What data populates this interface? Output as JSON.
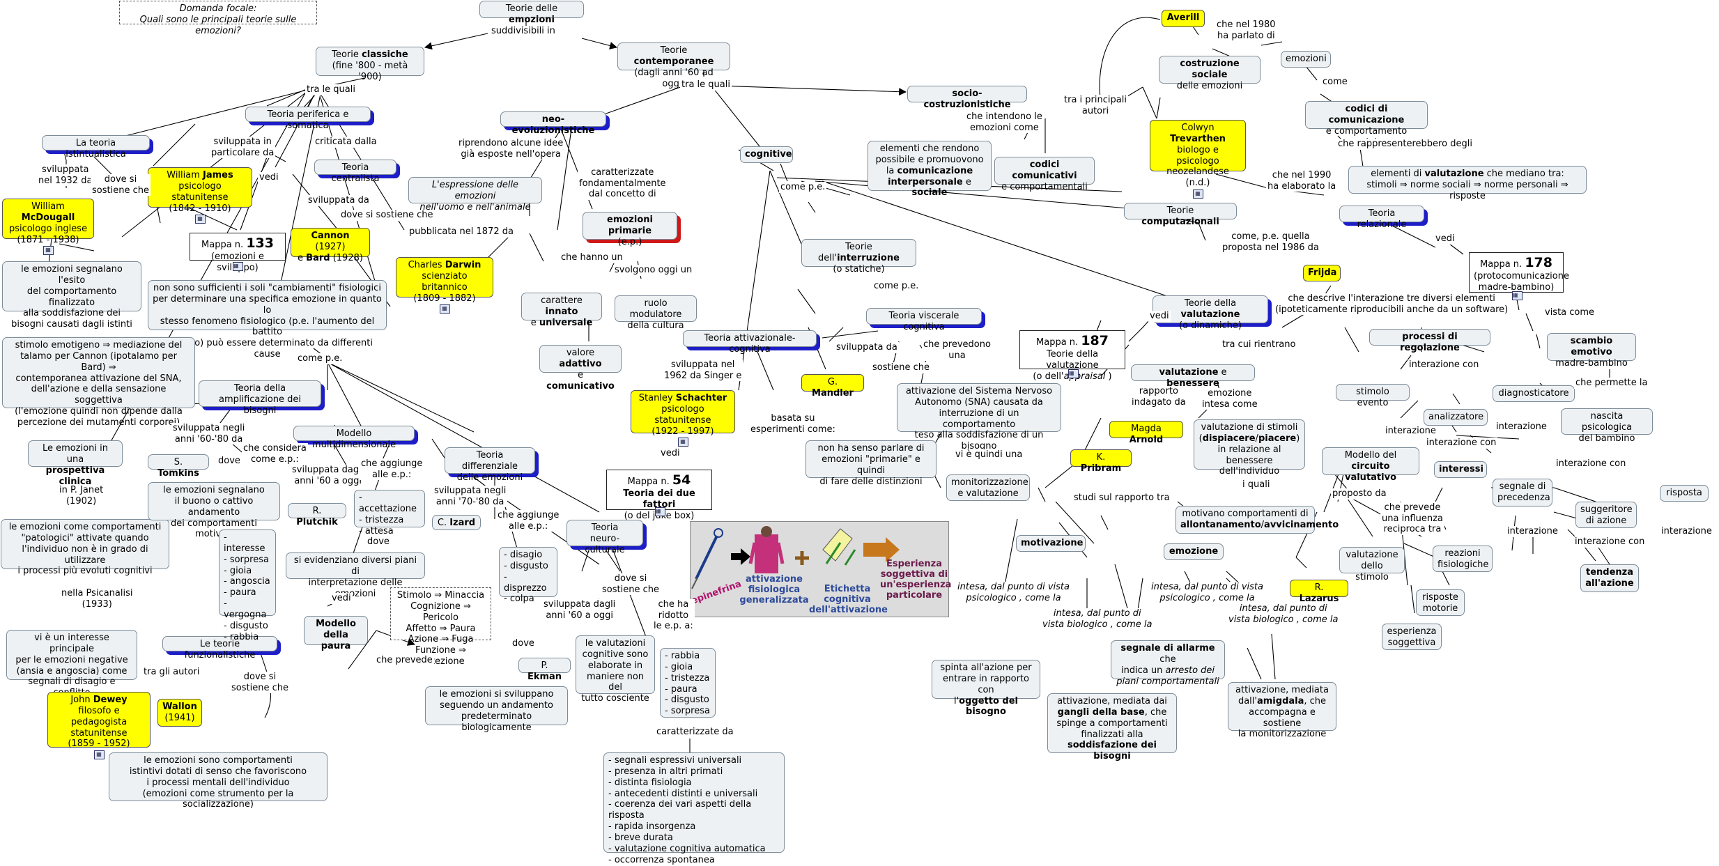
{
  "nodes": {
    "domanda": "Domanda focale:\nQuali sono le principali teorie sulle emozioni?",
    "root_pre": "Teorie delle ",
    "root_b": "emozioni",
    "classiche_pre": "Teorie ",
    "classiche_b": "classiche",
    "classiche_post": "\n(fine '800 - metà '900)",
    "contemporanee_pre": "Teorie ",
    "contemporanee_b": "contemporanee",
    "contemporanee_post": "\n(dagli anni '60 ad oggi)",
    "istintualistica": "La teoria istintualistica",
    "mcdougall_pre": "William ",
    "mcdougall_b": "McDougall",
    "mcdougall_post": "\npsicologo inglese\n(1871 - 1938)",
    "periferica": "Teoria periferica e somatica",
    "james_pre": "William ",
    "james_b": "James",
    "james_post": "\npsicologo statunitense\n(1842 - 1910)",
    "centralista": "Teoria centralista",
    "cannon_b1": "Cannon",
    "cannon_mid": " (1927)\ne ",
    "cannon_b2": "Bard",
    "cannon_post": " (1928)",
    "mappa133_pre": "Mappa n. ",
    "mappa133_b": "133",
    "mappa133_post": "\n(emozioni e sviluppo)",
    "esito": "le emozioni segnalano l'esito\ndel comportamento finalizzato\nalla soddisfazione dei\nbisogni causati dagli istinti",
    "nonsufficienti": "non sono sufficienti i soli \"cambiamenti\" fisiologici\nper determinare una specifica emozione in quanto lo\nstesso fenomeno fisiologico (p.e. l'aumento del battito\ncardiaco) può essere determinato da differenti cause",
    "stimolo": "stimolo emotigeno ⇒ mediazione del\ntalamo per Cannon (ipotalamo per Bard) ⇒\ncontemporanea attivazione del SNA,\ndell'azione e della sensazione soggettiva\n(l'emozione quindi non dipende dalla\npercezione dei mutamenti corporei)",
    "prospettiva_pre": "Le emozioni in una\n",
    "prospettiva_b": "prospettiva clinica",
    "patologici": "le emozioni come comportamenti\n\"patologici\" attivate quando\nl'individuo non è in grado di utilizzare\ni processi più evoluti cognitivi",
    "interesse": "vi è un interesse principale\nper le emozioni negative\n(ansia e angoscia) come\nsegnali di disagio e conflitto",
    "funzionalistiche": "Le teorie funzionalistiche",
    "dewey_pre": "John ",
    "dewey_b": "Dewey",
    "dewey_post": "\nfilosofo e pedagogista\nstatunitense\n(1859 - 1952)",
    "wallon_b": "Wallon",
    "wallon_post": "\n(1941)",
    "istintivi": "le emozioni sono comportamenti\nistintivi dotati di senso che favoriscono\ni processi mentali dell'individuo\n(emozioni come strumento per la socializzazione)",
    "amplificazione": "Teoria della\namplificazione dei bisogni",
    "tomkins_pre": "S. ",
    "tomkins_b": "Tomkins",
    "segnalano": "le emozioni segnalano\nil buono o cattivo andamento\ndei comportamenti motivati",
    "lista_tomkins": "- interesse\n- sorpresa\n- gioia\n- angoscia\n- paura\n- vergogna\n- disgusto\n- rabbia",
    "multidimensionale": "Modello multidimensionale",
    "plutchik_pre": "R. ",
    "plutchik_b": "Plutchik",
    "lista_plutchik": "- accettazione\n- tristezza\n- attesa",
    "piani": "si evidenziano diversi piani di\ninterpretazione delle emozioni",
    "paura_b": "Modello\ndella paura",
    "stimolo_lista": "Stimolo ⇒ Minaccia\nCognizione ⇒ Pericolo\nAffetto ⇒ Paura\nAzione ⇒ Fuga\nFunzione ⇒ Protezione",
    "differenziale": "Teoria differenziale\ndelle emozioni",
    "izard_pre": "C. ",
    "izard_b": "Izard",
    "lista_izard": "- disagio\n- disgusto\n- disprezzo\n- colpa",
    "sviluppano": "le emozioni si sviluppano\nseguendo un andamento\npredeterminato biologicamente",
    "neuroculturale": "Teoria\nneuro-culturale",
    "ekman_pre": "P. ",
    "ekman_b": "Ekman",
    "valutazioni": "le valutazioni\ncognitive sono\nelaborate in\nmaniere non del\ntutto cosciente",
    "lista_ekman": "- rabbia\n- gioia\n- tristezza\n- paura\n- disgusto\n- sorpresa",
    "segnali_lista": "- segnali espressivi universali\n- presenza in altri primati\n- distinta fisiologia\n- antecedenti distinti e universali\n- coerenza dei vari aspetti della risposta\n- rapida insorgenza\n- breve durata\n- valutazione cognitiva automatica\n- occorrenza spontanea",
    "neoevol": "neo-evoluzionistiche",
    "espressione": "L'espressione delle emozioni\nnell'uomo e nell'animale",
    "darwin_pre": "Charles ",
    "darwin_b": "Darwin",
    "darwin_post": "\nscienziato britannico\n(1809 - 1882)",
    "primarie_b": "emozioni primarie",
    "primarie_post": "\n(e.p.)",
    "innato_pre": "carattere ",
    "innato_b": "innato",
    "innato_mid": "\ne ",
    "innato_b2": "universale",
    "ruolo": "ruolo modulatore\ndella cultura",
    "adattivo_pre": "valore ",
    "adattivo_b": "adattivo",
    "adattivo_mid": "\ne ",
    "adattivo_b2": "comunicativo",
    "cognitive": "cognitive",
    "attivazionale": "Teoria attivazionale-cognitiva",
    "schachter_pre": "Stanley ",
    "schachter_b": "Schachter",
    "schachter_post": "\npsicologo statunitense\n(1922 - 1997)",
    "mappa54_pre": "Mappa n. ",
    "mappa54_b": "54",
    "mappa54_mid": "\n",
    "mappa54_b2": "Teoria dei due fattori",
    "mappa54_post": "\n(o del juke box)",
    "interruzione_pre": "Teorie dell'",
    "interruzione_b": "interruzione",
    "interruzione_post": "\n(o statiche)",
    "viscerale": "Teoria viscerale cognitiva",
    "mandler_pre": "G. ",
    "mandler_b": "Mandler",
    "sna": "attivazione del Sistema Nervoso\nAutonomo (SNA) causata da\ninterruzione di un comportamento\nteso alla soddisfazione di un bisogno",
    "nonsenso": "non ha senso parlare di\nemozioni \"primarie\" e quindi\ndi fare delle distinzioni",
    "monitorizzazione": "monitorizzazione\ne valutazione",
    "mappa187_pre": "Mappa n. ",
    "mappa187_b": "187",
    "mappa187_post": "\nTeorie della valutazione\n(o dell'",
    "mappa187_it": "appraisal",
    "mappa187_end": " )",
    "valutazione_pre": "Teorie della ",
    "valutazione_b": "valutazione",
    "valutazione_post": "\n(o dinamiche)",
    "benessere_b": "valutazione",
    "benessere_mid": " e ",
    "benessere_b2": "benessere",
    "arnold_pre": "Magda ",
    "arnold_b": "Arnold",
    "dispiacere_pre": "valutazione di stimoli\n(",
    "dispiacere_b1": "dispiacere",
    "dispiacere_mid": "/",
    "dispiacere_b2": "piacere",
    "dispiacere_post": ")\nin relazione al\nbenessere dell'individuo",
    "motivano_pre": "motivano comportamenti di\n",
    "motivano_b": "allontanamento",
    "motivano_mid": "/",
    "motivano_b2": "avvicinamento",
    "pribram_pre": "K. ",
    "pribram_b": "Pribram",
    "motivazione": "motivazione",
    "emozione": "emozione",
    "spinta_pre": "spinta all'azione per\nentrare in rapporto con\nl'",
    "spinta_b": "oggetto del bisogno",
    "gangli_pre": "attivazione, mediata dai\n",
    "gangli_b": "gangli della base",
    "gangli_mid": ", che\nspinge a comportamenti\nfinalizzati alla\n",
    "gangli_b2": "soddisfazione dei bisogni",
    "allarme_b": "segnale di allarme",
    "allarme_mid": " che\nindica un ",
    "allarme_it": "arresto dei\npiani comportamentali",
    "amigdala_pre": "attivazione, mediata\ndall'",
    "amigdala_b": "amigdala",
    "amigdala_post": ", che\naccompagna e sostiene\nla monitorizzazione",
    "computazionali_pre": "Teorie ",
    "computazionali_b": "computazionali",
    "frijda_b": "Frijda",
    "socio": "socio-costruzionistiche",
    "promuovono_pre": "elementi che rendono\npossibile e promuovono\nla ",
    "promuovono_b": "comunicazione\ninterpersonale",
    "promuovono_mid": " e ",
    "promuovono_b2": "sociale",
    "codici_b": "codici comunicativi",
    "codici_post": "\ne comportamentali",
    "averill_b": "Averill",
    "costruzione_b": "costruzione sociale",
    "costruzione_post": "\ndelle emozioni",
    "emozioni_box": "emozioni",
    "codici2_b": "codici di comunicazione",
    "codici2_post": "\ne comportamento sociale",
    "trevarthen_pre": "Colwyn ",
    "trevarthen_b": "Trevarthen",
    "trevarthen_post": "\nbiologo e psicologo\nneozelandese\n(n.d.)",
    "elementi_pre": "elementi di ",
    "elementi_b": "valutazione",
    "elementi_post": " che mediano tra:\nstimoli ⇒ norme sociali ⇒ norme personali ⇒ risposte",
    "relazionale": "Teoria relazionale",
    "mappa178_pre": "Mappa n. ",
    "mappa178_b": "178",
    "mappa178_post": "\n(protocomunicazione\nmadre-bambino)",
    "scambio_b": "scambio emotivo",
    "scambio_post": "\nmadre-bambino",
    "nascita": "nascita psicologica\ndel bambino",
    "processi_b": "processi di regolazione",
    "stimolo_evento": "stimolo evento",
    "analizzatore": "analizzatore",
    "diagnosticatore": "diagnosticatore",
    "interessi_b": "interessi",
    "circuito_pre": "Modello del\n",
    "circuito_b": "circuito valutativo",
    "lazarus_pre": "R. ",
    "lazarus_b": "Lazarus",
    "valut_stimolo": "valutazione\ndello stimolo",
    "reazioni": "reazioni\nfisiologiche",
    "risposte_motorie": "risposte\nmotorie",
    "esperienza_sogg": "esperienza\nsoggettiva",
    "precedenza": "segnale di\nprecedenza",
    "suggeritore": "suggeritore\ndi azione",
    "risposta": "risposta",
    "tendenza_b": "tendenza\nall'azione"
  },
  "labels": {
    "suddivisibili": "suddivisibili in",
    "tra_le_quali_1": "tra le quali",
    "tra_le_quali_2": "tra le quali",
    "sviluppata_1932": "sviluppata\nnel 1932 da",
    "dove_sostiene_1": "dove si\nsostiene che",
    "sviluppata_partic": "sviluppata in\nparticolare da",
    "criticata": "criticata dalla",
    "vedi_1": "vedi",
    "sviluppata_da_1": "sviluppata da",
    "dove_sostiene_2": "dove si sostiene che",
    "come_pe_1": "come p.e.",
    "sviluppata_60_80": "sviluppata negli\nanni '60-'80 da",
    "che_considera": "che considera\ncome e.p.:",
    "dove_1": "dove",
    "sviluppata_60_oggi": "sviluppata dagli\nanni '60 a oggi",
    "che_aggiunge_1": "che aggiunge\nalle e.p.:",
    "dove_2": "dove",
    "vedi_2": "vedi",
    "che_prevede_1": "che prevede",
    "sviluppata_70_80": "sviluppata negli\nanni '70-'80 da",
    "che_aggiunge_2": "che aggiunge\nalle e.p.:",
    "dove_3": "dove",
    "sviluppata_60_oggi_2": "sviluppata dagli\nanni '60 a oggi",
    "dove_sostiene_3": "dove si\nsostiene che",
    "che_ha_ridotto": "che ha\nridotto\nle e.p. a:",
    "caratterizzate_da": "caratterizzate da",
    "janet": "in P. Janet\n(1902)",
    "psicanalisi": "nella Psicanalisi\n(1933)",
    "tra_gli_autori": "tra gli autori",
    "dove_sostiene_4": "dove si\nsostiene che",
    "riprendono": "riprendono alcune idee\ngià esposte nell'opera",
    "pubblicata": "pubblicata nel 1872 da",
    "caratterizzate_fond": "caratterizzate\nfondamentalmente\ndal concetto di",
    "che_hanno_un": "che hanno un",
    "svolgono": "svolgono oggi un",
    "come_pe_2": "come p.e.",
    "sviluppata_1962": "sviluppata nel\n1962 da Singer e",
    "vedi_3": "vedi",
    "basata_su": "basata su\nesperimenti come:",
    "come_pe_3": "come p.e.",
    "sviluppata_da_2": "sviluppata da",
    "sostiene_che": "sostiene che",
    "che_prevedono": "che prevedono\nuna",
    "vi_e_quindi": "vi è quindi una",
    "vedi_4": "vedi",
    "tra_cui_rientrano": "tra cui rientrano",
    "rapporto_indagato": "rapporto\nindagato da",
    "emozione_intesa": "emozione\nintesa come",
    "i_quali": "i quali",
    "studi_rapporto": "studi sul rapporto tra",
    "intesa_psico_1": "intesa, dal punto di vista\npsicologico , come la",
    "intesa_bio_1": "intesa, dal punto di\nvista biologico , come la",
    "intesa_psico_2": "intesa, dal punto di vista\npsicologico , come la",
    "intesa_bio_2": "intesa, dal punto di\nvista biologico , come la",
    "come_pe_quella": "come, p.e. quella\nproposta nel 1986 da",
    "che_descrive": "che descrive l'interazione tre diversi elementi\n(ipoteticamente riproducibili anche da un software)",
    "che_intendono": "che intendono le\nemozioni come",
    "tra_principali": "tra i principali\nautori",
    "che_nel_1980": "che nel 1980\nha parlato di",
    "come_1": "come",
    "che_rappresenterebbero": "che rappresenterebbero degli",
    "che_nel_1990": "che nel 1990\nha elaborato la",
    "vedi_5": "vedi",
    "vista_come": "vista come",
    "che_permette": "che permette la",
    "interazione_con_1": "interazione con",
    "interazione_1": "interazione",
    "interazione_con_2": "interazione con",
    "interazione_2": "interazione",
    "interazione_con_3": "interazione con",
    "interazione_3": "interazione",
    "interazione_con_4": "interazione con",
    "interazione_4": "interazione",
    "proposto_da": "proposto da",
    "che_prevede_influenza": "che prevede\nuna influenza\nreciproca tra"
  },
  "illustration": {
    "epinefrina": "epinefrina",
    "attivazione": "attivazione\nfisiologica\ngeneralizzata",
    "etichetta": "Etichetta\ncognitiva\ndell'attivazione",
    "esperienza": "Esperienza\nsoggettiva di\nun'esperienza\nparticolare"
  },
  "colors": {
    "node_fill": "#eef1f3",
    "highlight": "#ffff00",
    "shadow_blue": "#1e1ec8",
    "shadow_red": "#d01818",
    "link": "#000000"
  }
}
